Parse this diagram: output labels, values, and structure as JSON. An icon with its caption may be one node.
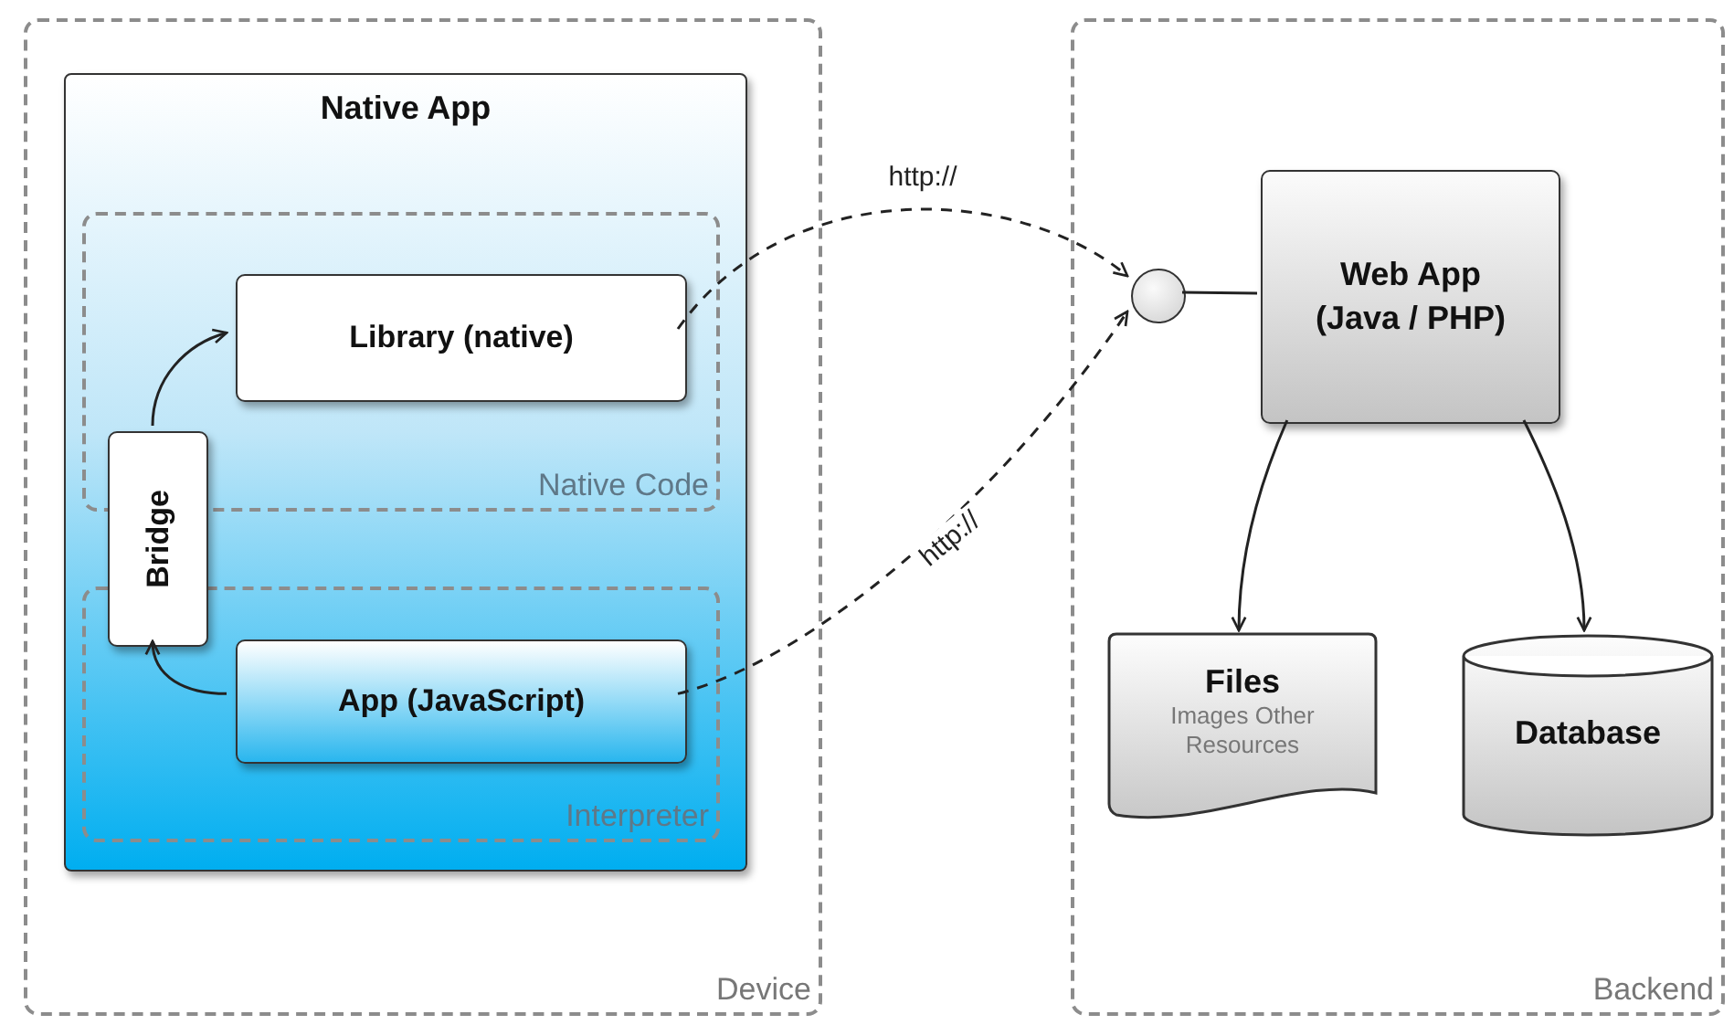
{
  "diagram": {
    "nodes": [
      {
        "text": [
          "Device"
        ]
      },
      {
        "text": [
          "Native App"
        ],
        "in": 0
      },
      {
        "text": [
          "Native Code"
        ],
        "in": 1
      },
      {
        "text": [
          "Library (native)"
        ],
        "in": 2
      },
      {
        "text": [
          "Interpreter"
        ],
        "in": 1
      },
      {
        "text": [
          "App (JavaScript)"
        ],
        "in": 4
      },
      {
        "text": [
          "Bridge"
        ],
        "in": 1
      },
      {
        "text": [
          "Backend"
        ]
      },
      {
        "text": [],
        "shape": "circle",
        "in": 7
      },
      {
        "text": [
          "Web App (Java / PHP)"
        ],
        "in": 7
      },
      {
        "text": [
          "Files",
          "Images Other Resources"
        ],
        "in": 7
      },
      {
        "text": [
          "Database"
        ],
        "in": 7
      }
    ],
    "edges": [
      {
        "from": 6,
        "to": 3,
        "arrow": "to"
      },
      {
        "from": 5,
        "to": 6,
        "arrow": "to"
      },
      {
        "from": 3,
        "to": 8,
        "arrow": "to",
        "label": "http://",
        "style": "dashed"
      },
      {
        "from": 5,
        "to": 8,
        "arrow": "to",
        "label": "http://",
        "style": "dashed"
      },
      {
        "from": 8,
        "to": 9,
        "arrow": "none"
      },
      {
        "from": 9,
        "to": 10,
        "arrow": "to"
      },
      {
        "from": 9,
        "to": 11,
        "arrow": "to"
      }
    ]
  }
}
